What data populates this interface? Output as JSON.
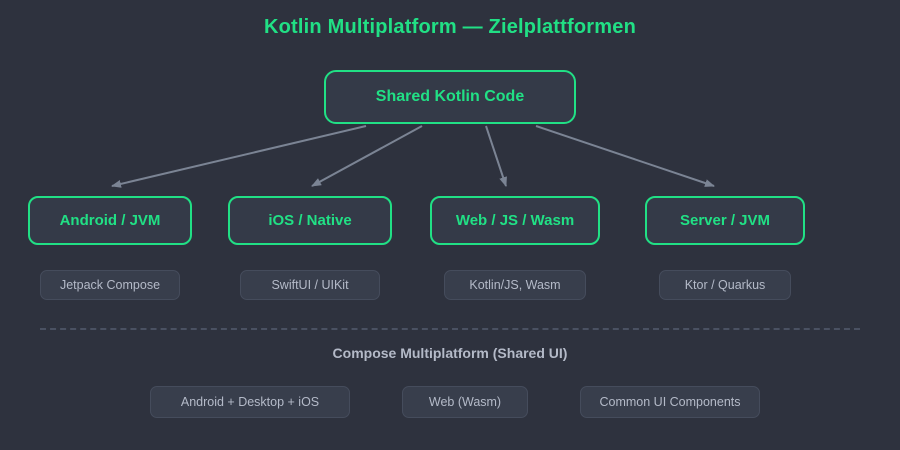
{
  "diagram": {
    "title": "Kotlin Multiplatform — Zielplattformen",
    "background_color": "#2e323e",
    "accent_color": "#21e085",
    "muted_color": "#b4bac8",
    "arrow_color": "#7b8494",
    "root": {
      "label": "Shared Kotlin Code"
    },
    "platforms": [
      {
        "label": "Android / JVM",
        "tech": "Jetpack Compose"
      },
      {
        "label": "iOS / Native",
        "tech": "SwiftUI / UIKit"
      },
      {
        "label": "Web / JS / Wasm",
        "tech": "Kotlin/JS, Wasm"
      },
      {
        "label": "Server / JVM",
        "tech": "Ktor / Quarkus"
      }
    ],
    "compose_section": {
      "title": "Compose Multiplatform (Shared UI)",
      "targets": [
        "Android + Desktop + iOS",
        "Web (Wasm)",
        "Common UI Components"
      ]
    },
    "edges": [
      {
        "from": "Shared Kotlin Code",
        "to": "Android / JVM"
      },
      {
        "from": "Shared Kotlin Code",
        "to": "iOS / Native"
      },
      {
        "from": "Shared Kotlin Code",
        "to": "Web / JS / Wasm"
      },
      {
        "from": "Shared Kotlin Code",
        "to": "Server / JVM"
      }
    ]
  }
}
